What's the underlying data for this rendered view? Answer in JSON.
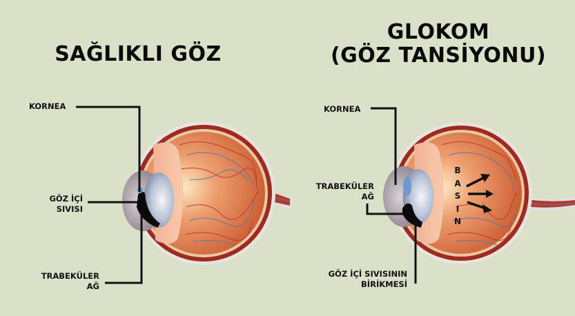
{
  "healthy": {
    "title": "SAĞLIKLI GÖZ",
    "labels": {
      "cornea": "KORNEA",
      "fluid_line1": "GÖZ İÇİ",
      "fluid_line2": "SIVISI",
      "mesh_line1": "TRABEKÜLER",
      "mesh_line2": "AĞ"
    }
  },
  "glaucoma": {
    "title_line1": "GLOKOM",
    "title_line2": "(GÖZ TANSİYONU)",
    "labels": {
      "cornea": "KORNEA",
      "mesh_line1": "TRABEKÜLER",
      "mesh_line2": "AĞ",
      "buildup_line1": "GÖZ İÇİ SIVISININ",
      "buildup_line2": "BİRİKMESİ"
    },
    "pressure_letters": [
      "B",
      "A",
      "S",
      "I",
      "N"
    ]
  },
  "colors": {
    "background": "#dbe0c8",
    "sclera_rim": "#9e2a20",
    "eyeball": "#d9754a",
    "lens": "#b8c2d4",
    "vessel_red": "#c0392b",
    "vessel_blue": "#5a78a8",
    "leader": "#111111"
  }
}
